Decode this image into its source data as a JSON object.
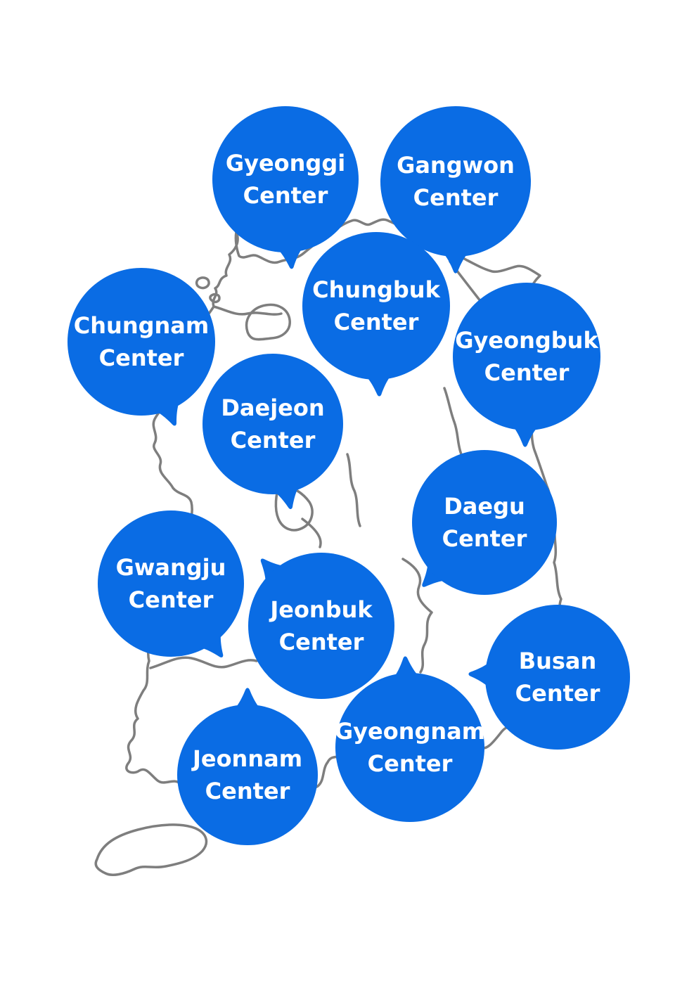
{
  "colors": {
    "bubble": "#0a6ce4",
    "map_outline": "#7e7e7e",
    "label_text": "#ffffff"
  },
  "bubbles": [
    {
      "id": "gyeonggi",
      "region": "Gyeonggi",
      "label": "Center"
    },
    {
      "id": "gangwon",
      "region": "Gangwon",
      "label": "Center"
    },
    {
      "id": "chungnam",
      "region": "Chungnam",
      "label": "Center"
    },
    {
      "id": "chungbuk",
      "region": "Chungbuk",
      "label": "Center"
    },
    {
      "id": "gyeongbuk",
      "region": "Gyeongbuk",
      "label": "Center"
    },
    {
      "id": "daejeon",
      "region": "Daejeon",
      "label": "Center"
    },
    {
      "id": "daegu",
      "region": "Daegu",
      "label": "Center"
    },
    {
      "id": "gwangju",
      "region": "Gwangju",
      "label": "Center"
    },
    {
      "id": "jeonbuk",
      "region": "Jeonbuk",
      "label": "Center"
    },
    {
      "id": "busan",
      "region": "Busan",
      "label": "Center"
    },
    {
      "id": "gyeongnam",
      "region": "Gyeongnam",
      "label": "Center"
    },
    {
      "id": "jeonnam",
      "region": "Jeonnam",
      "label": "Center"
    }
  ]
}
